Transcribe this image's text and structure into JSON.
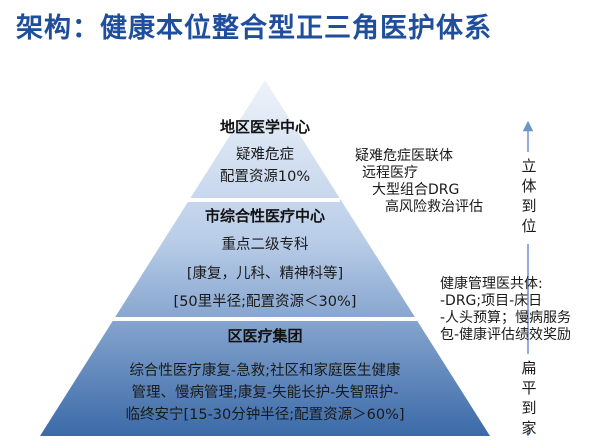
{
  "title": "架构：健康本位整合型正三角医护体系",
  "tiers": {
    "top": {
      "name": "地区医学中心",
      "lines": [
        "疑难危症",
        "配置资源10%"
      ]
    },
    "middle": {
      "name": "市综合性医疗中心",
      "lines": [
        "重点二级专科",
        "[康复，儿科、精神科等]",
        "[50里半径;配置资源＜30%]"
      ]
    },
    "bottom": {
      "name": "区医疗集团",
      "lines": [
        "综合性医疗康复-急救;社区和家庭医生健康",
        "管理、慢病管理;康复-失能长护-失智照护-",
        "临终安宁[15-30分钟半径;配置资源＞60%]"
      ]
    }
  },
  "side_notes": {
    "upper": [
      "疑难危症医联体",
      "远程医疗",
      "大型组合DRG",
      "高风险救治评估"
    ],
    "lower": [
      "健康管理医共体:",
      "-DRG;项目-床日",
      "-人头预算；慢病服务",
      "包-健康评估绩效奖励"
    ]
  },
  "axis": {
    "top_label": "立体到位",
    "bottom_label": "扁平到家"
  },
  "colors": {
    "title": "#1f4e9c",
    "pyramid_light": "#d6e2f2",
    "pyramid_dark": "#2f5f9d",
    "divider": "#ffffff",
    "arrow": "#6f93c8"
  }
}
